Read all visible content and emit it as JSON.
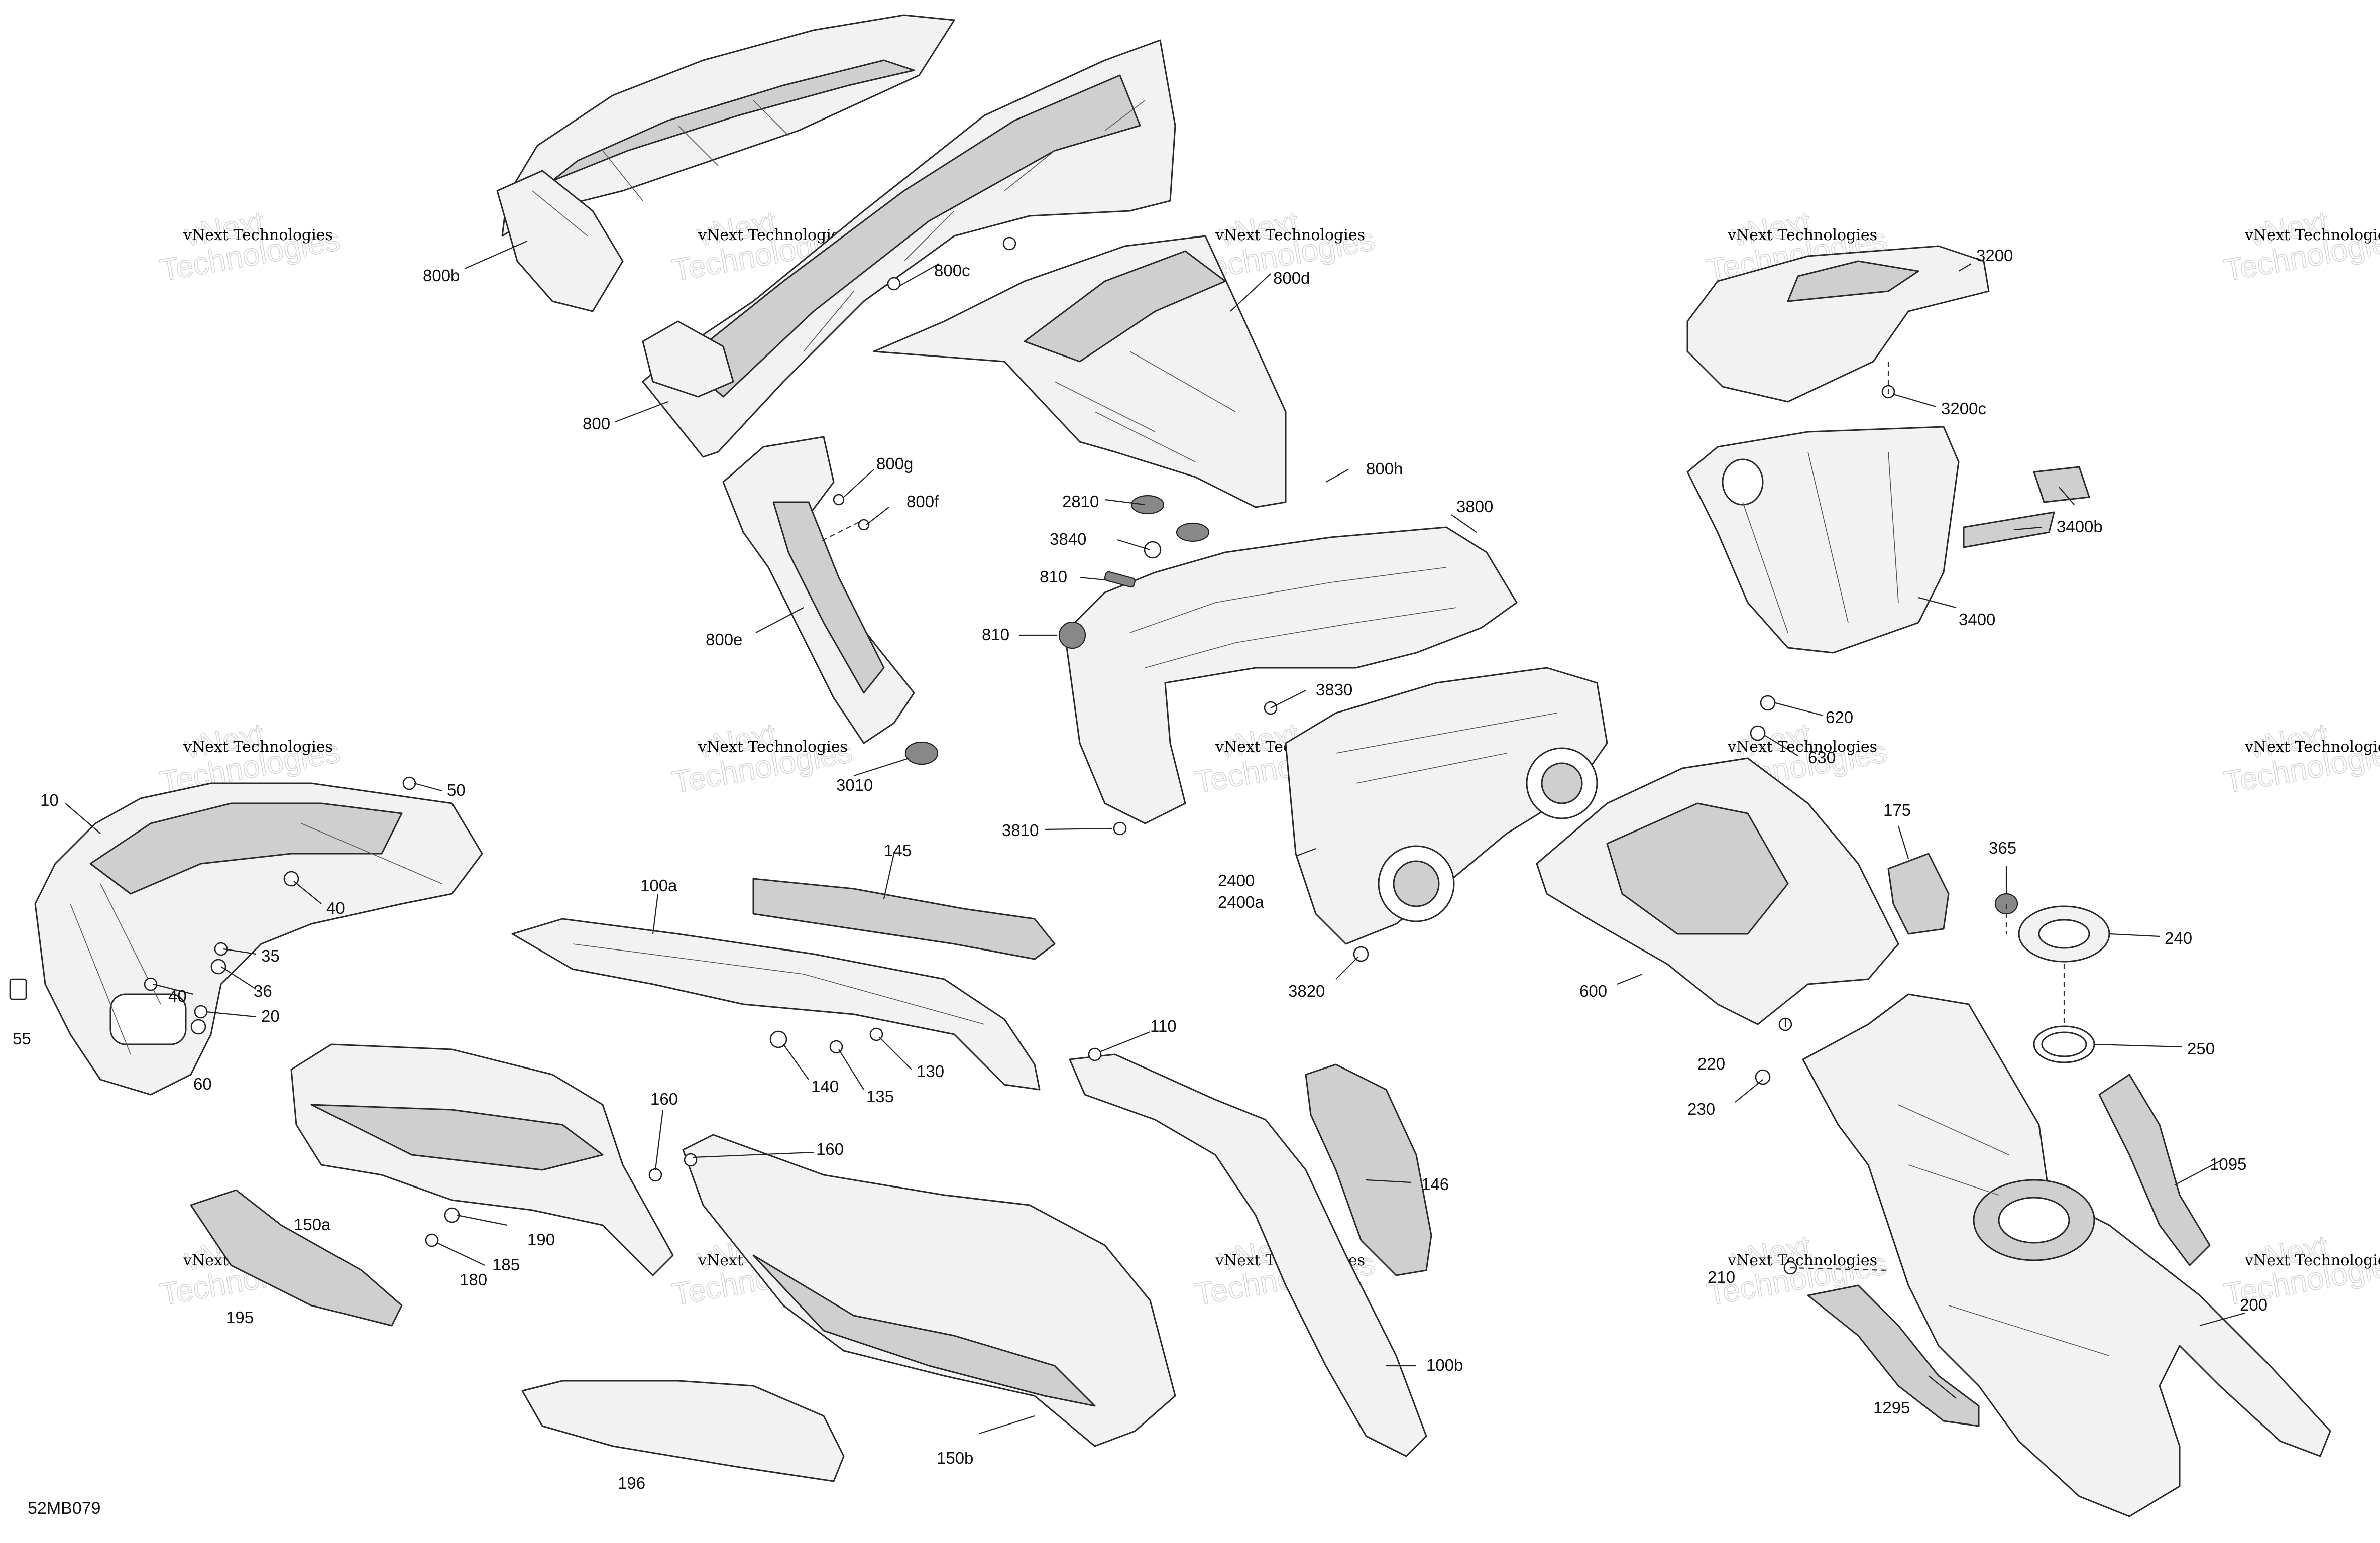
{
  "diagram_code": "52MB079",
  "watermark": {
    "small_text": "vNext Technologies",
    "big_line1": "vNext",
    "big_line2": "Technologies"
  },
  "labels": [
    {
      "id": "800b",
      "text": "800b"
    },
    {
      "id": "800c",
      "text": "800c"
    },
    {
      "id": "800d",
      "text": "800d"
    },
    {
      "id": "800",
      "text": "800"
    },
    {
      "id": "800g",
      "text": "800g"
    },
    {
      "id": "800f",
      "text": "800f"
    },
    {
      "id": "800e",
      "text": "800e"
    },
    {
      "id": "800h",
      "text": "800h"
    },
    {
      "id": "2810",
      "text": "2810"
    },
    {
      "id": "3840",
      "text": "3840"
    },
    {
      "id": "810a",
      "text": "810"
    },
    {
      "id": "810b",
      "text": "810"
    },
    {
      "id": "3800",
      "text": "3800"
    },
    {
      "id": "3830",
      "text": "3830"
    },
    {
      "id": "3010",
      "text": "3010"
    },
    {
      "id": "3810",
      "text": "3810"
    },
    {
      "id": "2400",
      "text": "2400"
    },
    {
      "id": "2400a",
      "text": "2400a"
    },
    {
      "id": "3820",
      "text": "3820"
    },
    {
      "id": "3200",
      "text": "3200"
    },
    {
      "id": "3200c",
      "text": "3200c"
    },
    {
      "id": "3400b",
      "text": "3400b"
    },
    {
      "id": "3400",
      "text": "3400"
    },
    {
      "id": "620",
      "text": "620"
    },
    {
      "id": "630",
      "text": "630"
    },
    {
      "id": "600",
      "text": "600"
    },
    {
      "id": "175",
      "text": "175"
    },
    {
      "id": "365",
      "text": "365"
    },
    {
      "id": "240",
      "text": "240"
    },
    {
      "id": "250",
      "text": "250"
    },
    {
      "id": "220",
      "text": "220"
    },
    {
      "id": "230",
      "text": "230"
    },
    {
      "id": "1095",
      "text": "1095"
    },
    {
      "id": "200",
      "text": "200"
    },
    {
      "id": "210",
      "text": "210"
    },
    {
      "id": "1295",
      "text": "1295"
    },
    {
      "id": "10",
      "text": "10"
    },
    {
      "id": "50",
      "text": "50"
    },
    {
      "id": "40a",
      "text": "40"
    },
    {
      "id": "35",
      "text": "35"
    },
    {
      "id": "36",
      "text": "36"
    },
    {
      "id": "40b",
      "text": "40"
    },
    {
      "id": "20",
      "text": "20"
    },
    {
      "id": "55",
      "text": "55"
    },
    {
      "id": "60",
      "text": "60"
    },
    {
      "id": "145",
      "text": "145"
    },
    {
      "id": "100a",
      "text": "100a"
    },
    {
      "id": "140",
      "text": "140"
    },
    {
      "id": "135",
      "text": "135"
    },
    {
      "id": "130",
      "text": "130"
    },
    {
      "id": "110",
      "text": "110"
    },
    {
      "id": "160a",
      "text": "160"
    },
    {
      "id": "160b",
      "text": "160"
    },
    {
      "id": "146",
      "text": "146"
    },
    {
      "id": "150a",
      "text": "150a"
    },
    {
      "id": "190",
      "text": "190"
    },
    {
      "id": "185",
      "text": "185"
    },
    {
      "id": "180",
      "text": "180"
    },
    {
      "id": "195",
      "text": "195"
    },
    {
      "id": "100b",
      "text": "100b"
    },
    {
      "id": "150b",
      "text": "150b"
    },
    {
      "id": "196",
      "text": "196"
    }
  ]
}
